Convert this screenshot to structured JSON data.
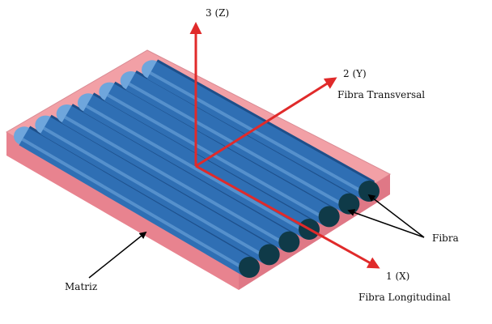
{
  "axes": {
    "z": {
      "label": "3 (Z)"
    },
    "y": {
      "label": "2 (Y)",
      "caption": "Fibra Transversal"
    },
    "x": {
      "label": "1 (X)",
      "caption": "Fibra Longitudinal"
    }
  },
  "callouts": {
    "fiber": "Fibra",
    "matrix": "Matriz"
  },
  "fiber_count": 7,
  "colors": {
    "matrix_top": "#f2a0a6",
    "matrix_side": "#e8838f",
    "fiber": "#2f6fb4",
    "fiber_highlight": "#6fa6dc",
    "fiber_shadow": "#1d4f8a",
    "fiber_end": "#0f3a48",
    "arrow": "#e02a2a",
    "leader": "#000000"
  }
}
